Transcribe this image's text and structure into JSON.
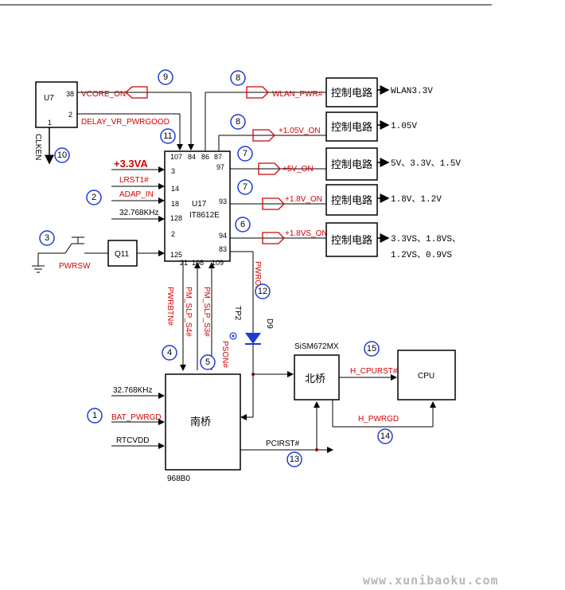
{
  "u7": {
    "name": "U7",
    "pin38": "38",
    "pin2": "2",
    "pin1": "1",
    "clken": "CLKEN"
  },
  "u17": {
    "name": "U17",
    "part": "IT8612E",
    "pins_top": [
      "107",
      "84",
      "86",
      "87"
    ],
    "pins_left": [
      "3",
      "14",
      "18",
      "128",
      "2",
      "125"
    ],
    "pins_right": [
      "97",
      "93",
      "94",
      "83"
    ],
    "pins_bottom": [
      "21",
      "108",
      "109"
    ]
  },
  "signals": {
    "vcore_on": "VCORE_ON",
    "delay_vr": "DELAY_VR_PWRGOOD",
    "wlan_pwr": "WLAN_PWR#",
    "v105_on": "+1.05V_ON",
    "v5_on": "+5V_ON",
    "v18_on": "+1.8V_ON",
    "v18s_on": "+1.8VS_ON",
    "v33va": "+3.3VA",
    "lrst1": "LRST1#",
    "adap_in": "ADAP_IN",
    "clk32_top": "32.768KHz",
    "pwrsw": "PWRSW",
    "q11": "Q11",
    "pwrbtn": "PWRBTN#",
    "pm_slp_s4": "PM_SLP_S4#",
    "pm_slp_s3": "PM_SLP_S3#",
    "pson": "PSON#",
    "tp2": "TP2",
    "pwrok": "PWROK",
    "d9": "D9",
    "clk32_bot": "32.768KHz",
    "bat_pwrgd": "BAT_PWRGD",
    "rtcvdd": "RTCVDD",
    "pcirst": "PCIRST#",
    "h_cpurst": "H_CPURST#",
    "h_pwrgd": "H_PWRGD",
    "sis": "SiSM672MX"
  },
  "blocks": {
    "control": "控制电路",
    "north": "北桥",
    "south": "南桥",
    "south_part": "968B0",
    "cpu": "CPU"
  },
  "outputs": [
    "WLAN3.3V",
    "1.05V",
    "5V、3.3V、1.5V",
    "1.8V、1.2V",
    "3.3VS、1.8VS、",
    "1.2VS、0.9VS"
  ],
  "steps": [
    "1",
    "2",
    "3",
    "4",
    "5",
    "6",
    "7",
    "7",
    "8",
    "8",
    "9",
    "10",
    "11",
    "12",
    "13",
    "14",
    "15"
  ],
  "watermark": "www.xunibaoku.com",
  "colors": {
    "red": "#d40000",
    "blue": "#1f3bd6",
    "line": "#000000"
  }
}
